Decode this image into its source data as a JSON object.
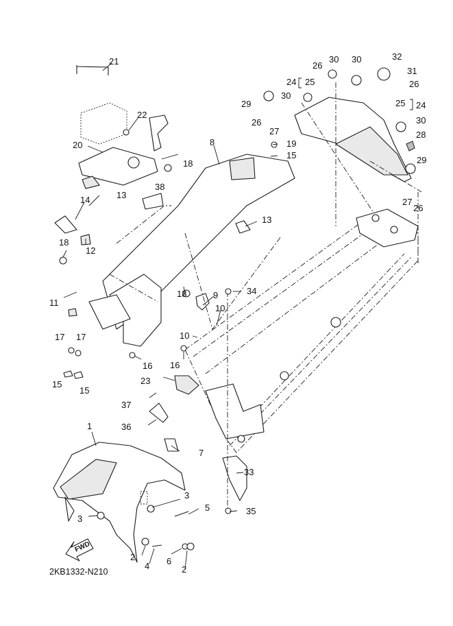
{
  "diagram": {
    "title": "Fender / Rear Frame Parts Diagram",
    "code": "2KB1332-N210",
    "direction_label": "FWD",
    "callouts": [
      {
        "id": "c1",
        "label": "1",
        "part": "front-fender"
      },
      {
        "id": "c2a",
        "label": "2",
        "part": "damper"
      },
      {
        "id": "c2b",
        "label": "2",
        "part": "damper"
      },
      {
        "id": "c3a",
        "label": "3",
        "part": "collar"
      },
      {
        "id": "c3b",
        "label": "3",
        "part": "collar"
      },
      {
        "id": "c4",
        "label": "4",
        "part": "bolt"
      },
      {
        "id": "c5",
        "label": "5",
        "part": "bolt"
      },
      {
        "id": "c6",
        "label": "6",
        "part": "washer"
      },
      {
        "id": "c7",
        "label": "7",
        "part": "clamp"
      },
      {
        "id": "c8",
        "label": "8",
        "part": "rear-fender"
      },
      {
        "id": "c9",
        "label": "9",
        "part": "bracket"
      },
      {
        "id": "c10a",
        "label": "10",
        "part": "rivet"
      },
      {
        "id": "c10b",
        "label": "10",
        "part": "rivet"
      },
      {
        "id": "c11",
        "label": "11",
        "part": "pad"
      },
      {
        "id": "c12",
        "label": "12",
        "part": "pad"
      },
      {
        "id": "c13a",
        "label": "13",
        "part": "clip"
      },
      {
        "id": "c13b",
        "label": "13",
        "part": "clip"
      },
      {
        "id": "c14",
        "label": "14",
        "part": "bracket"
      },
      {
        "id": "c15a",
        "label": "15",
        "part": "nut"
      },
      {
        "id": "c15b",
        "label": "15",
        "part": "nut"
      },
      {
        "id": "c15c",
        "label": "15",
        "part": "nut"
      },
      {
        "id": "c16a",
        "label": "16",
        "part": "bolt"
      },
      {
        "id": "c16b",
        "label": "16",
        "part": "bolt"
      },
      {
        "id": "c17a",
        "label": "17",
        "part": "bolt"
      },
      {
        "id": "c17b",
        "label": "17",
        "part": "bolt"
      },
      {
        "id": "c18a",
        "label": "18",
        "part": "bolt"
      },
      {
        "id": "c18b",
        "label": "18",
        "part": "bolt"
      },
      {
        "id": "c18c",
        "label": "18",
        "part": "bolt"
      },
      {
        "id": "c19",
        "label": "19",
        "part": "bolt"
      },
      {
        "id": "c20",
        "label": "20",
        "part": "battery-box"
      },
      {
        "id": "c21",
        "label": "21",
        "part": "battery-band"
      },
      {
        "id": "c22",
        "label": "22",
        "part": "screw"
      },
      {
        "id": "c23",
        "label": "23",
        "part": "holder"
      },
      {
        "id": "c24a",
        "label": "24",
        "part": "bolt-set"
      },
      {
        "id": "c24b",
        "label": "24",
        "part": "bolt-set"
      },
      {
        "id": "c25a",
        "label": "25",
        "part": "washer"
      },
      {
        "id": "c25b",
        "label": "25",
        "part": "washer"
      },
      {
        "id": "c26a",
        "label": "26",
        "part": "bolt"
      },
      {
        "id": "c26b",
        "label": "26",
        "part": "bolt"
      },
      {
        "id": "c26c",
        "label": "26",
        "part": "bolt"
      },
      {
        "id": "c26d",
        "label": "26",
        "part": "bolt"
      },
      {
        "id": "c27a",
        "label": "27",
        "part": "washer"
      },
      {
        "id": "c27b",
        "label": "27",
        "part": "washer"
      },
      {
        "id": "c28",
        "label": "28",
        "part": "collar"
      },
      {
        "id": "c29a",
        "label": "29",
        "part": "grommet"
      },
      {
        "id": "c29b",
        "label": "29",
        "part": "grommet"
      },
      {
        "id": "c30a",
        "label": "30",
        "part": "grommet"
      },
      {
        "id": "c30b",
        "label": "30",
        "part": "grommet"
      },
      {
        "id": "c30c",
        "label": "30",
        "part": "grommet"
      },
      {
        "id": "c30d",
        "label": "30",
        "part": "grommet"
      },
      {
        "id": "c31",
        "label": "31",
        "part": "cap"
      },
      {
        "id": "c32",
        "label": "32",
        "part": "plate"
      },
      {
        "id": "c33",
        "label": "33",
        "part": "guard"
      },
      {
        "id": "c34",
        "label": "34",
        "part": "bolt"
      },
      {
        "id": "c35",
        "label": "35",
        "part": "nut"
      },
      {
        "id": "c36",
        "label": "36",
        "part": "clip"
      },
      {
        "id": "c37",
        "label": "37",
        "part": "screw"
      },
      {
        "id": "c38",
        "label": "38",
        "part": "label"
      }
    ]
  }
}
